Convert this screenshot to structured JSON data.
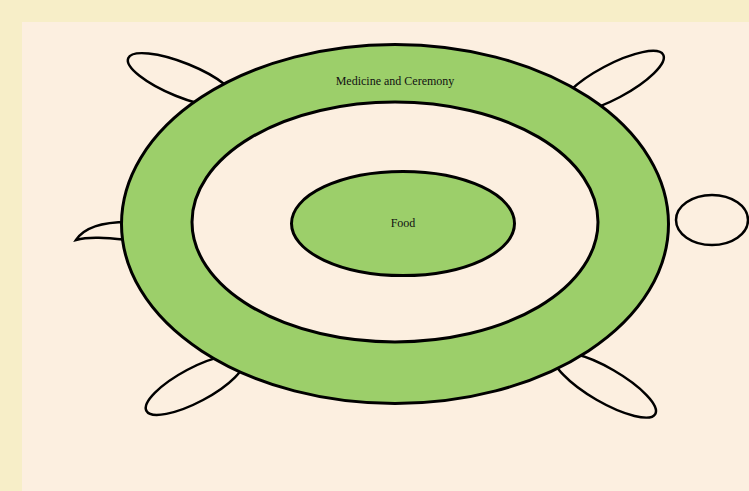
{
  "diagram": {
    "nodes": [
      {
        "text": [
          "Medicine and Ceremony"
        ]
      },
      {
        "text": [
          "Food"
        ],
        "in": 0
      }
    ]
  }
}
